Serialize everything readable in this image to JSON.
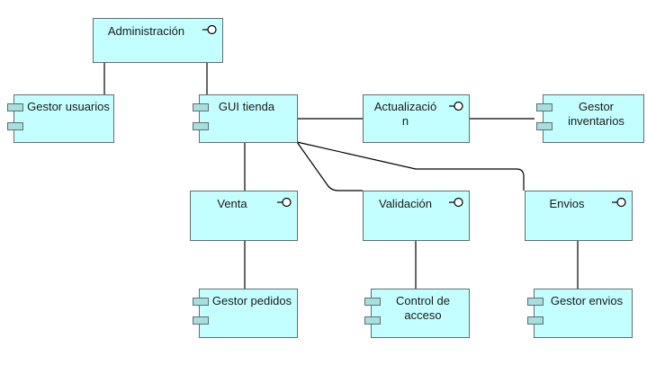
{
  "diagram": {
    "nodes": {
      "administracion": {
        "label": "Administración",
        "kind": "interface"
      },
      "gestor_usuarios": {
        "label": "Gestor usuarios",
        "kind": "component"
      },
      "gui_tienda": {
        "label": "GUI tienda",
        "kind": "component"
      },
      "actualizacion_line1": {
        "label": "Actualizació",
        "kind": "interface"
      },
      "actualizacion_line2": {
        "label": "n"
      },
      "gestor_inventarios_line1": {
        "label": "Gestor",
        "kind": "component"
      },
      "gestor_inventarios_line2": {
        "label": "inventarios"
      },
      "venta": {
        "label": "Venta",
        "kind": "interface"
      },
      "validacion": {
        "label": "Validación",
        "kind": "interface"
      },
      "envios": {
        "label": "Envios",
        "kind": "interface"
      },
      "gestor_pedidos": {
        "label": "Gestor pedidos",
        "kind": "component"
      },
      "control_acceso_line1": {
        "label": "Control de",
        "kind": "component"
      },
      "control_acceso_line2": {
        "label": "acceso"
      },
      "gestor_envios": {
        "label": "Gestor envios",
        "kind": "component"
      }
    },
    "colors": {
      "node_fill": "#c4ffff",
      "node_border": "#5f6f6f",
      "tab_fill": "#a7dede",
      "line": "#000000"
    }
  }
}
